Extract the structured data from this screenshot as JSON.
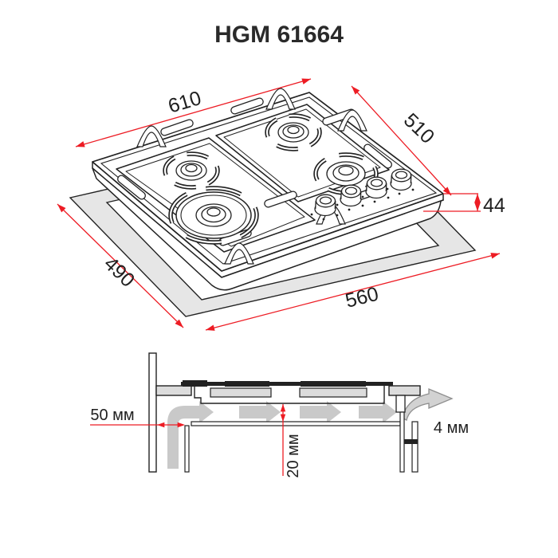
{
  "title": "HGM 61664",
  "top_view": {
    "hob_width_mm": "610",
    "hob_depth_mm": "510",
    "hob_height_mm": "44",
    "cutout_depth_mm": "490",
    "cutout_width_mm": "560"
  },
  "installation_view": {
    "rear_wall_clearance": "50 мм",
    "under_hob_clearance": "20 мм",
    "door_gap": "4 мм"
  },
  "colors": {
    "dimension_red": "#ed1c24",
    "line_dark": "#222222",
    "counter_gray": "#e6e6e6",
    "airflow_gray": "#c9c9c9"
  }
}
